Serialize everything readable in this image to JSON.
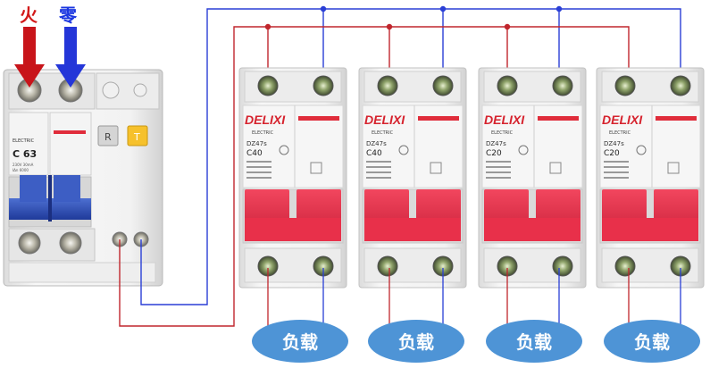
{
  "labels": {
    "live": "火",
    "neutral": "零"
  },
  "colors": {
    "live_wire": "#c0262d",
    "neutral_wire": "#2a3fd6",
    "live_arrow": "#c8141a",
    "neutral_arrow": "#2436d8",
    "handle": "#e8304a",
    "load_ellipse": "#4e94d6",
    "load_text": "#ffffff"
  },
  "main_breaker": {
    "model": "ELECTRIC",
    "rating": "C 63",
    "test_button": "T",
    "reset_button": "R"
  },
  "breakers": [
    {
      "brand": "DELIXI",
      "sub": "ELECTRIC",
      "model": "DZ47s",
      "rating": "C40"
    },
    {
      "brand": "DELIXI",
      "sub": "ELECTRIC",
      "model": "DZ47s",
      "rating": "C40"
    },
    {
      "brand": "DELIXI",
      "sub": "ELECTRIC",
      "model": "DZ47s",
      "rating": "C20"
    },
    {
      "brand": "DELIXI",
      "sub": "ELECTRIC",
      "model": "DZ47s",
      "rating": "C20"
    }
  ],
  "loads": [
    "负载",
    "负载",
    "负载",
    "负载"
  ],
  "icons": [
    "down-arrow-icon",
    "terminal-screw-icon",
    "junction-dot-icon"
  ]
}
